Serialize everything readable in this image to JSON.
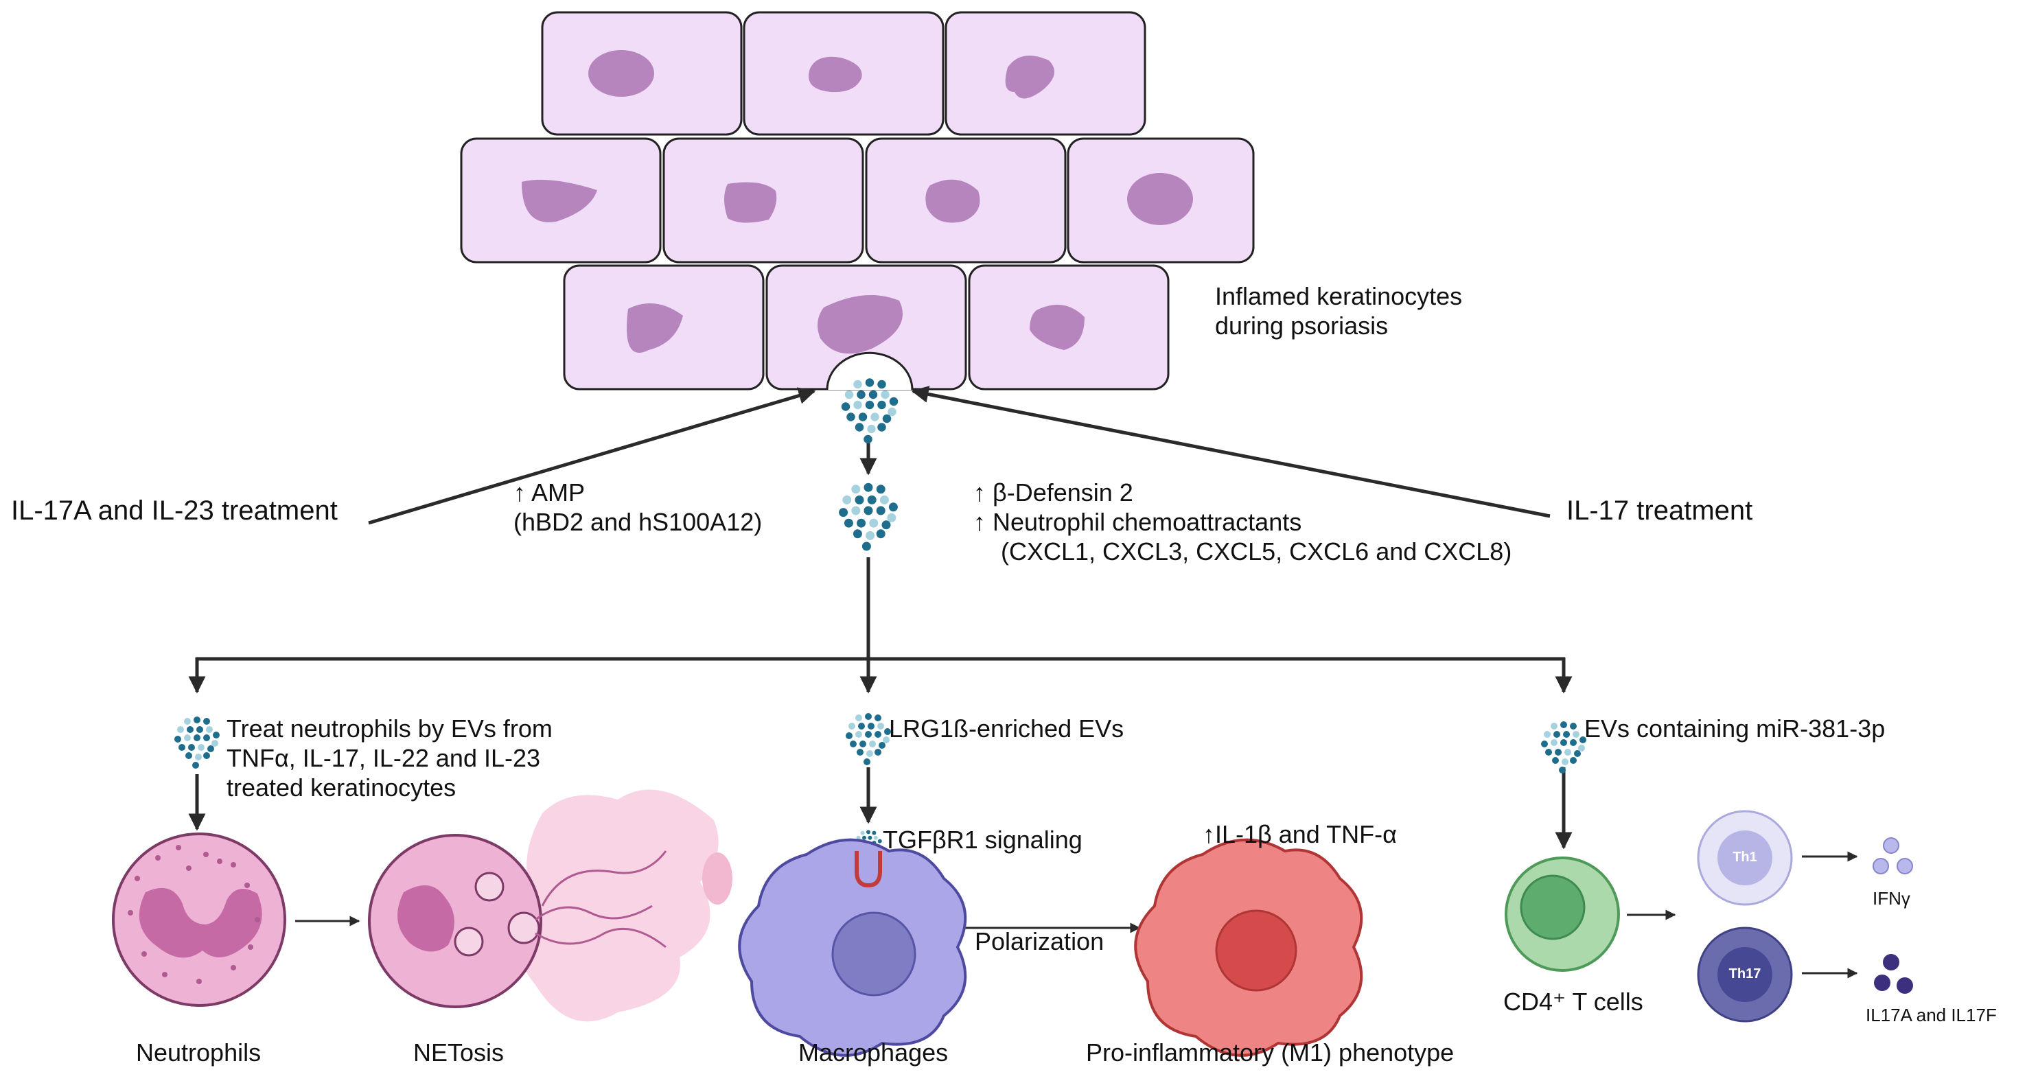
{
  "keratinocytes": {
    "label_line1": "Inflamed keratinocytes",
    "label_line2": "during psoriasis"
  },
  "left_treatment": "IL-17A and IL-23 treatment",
  "right_treatment": "IL-17 treatment",
  "amp": {
    "line1": "↑ AMP",
    "line2": "(hBD2 and hS100A12)"
  },
  "defensin": {
    "line1": "↑ β-Defensin 2",
    "line2": "↑  Neutrophil chemoattractants",
    "line3": "(CXCL1, CXCL3, CXCL5, CXCL6 and CXCL8)"
  },
  "left_branch": {
    "ev_line1": "Treat neutrophils by EVs from",
    "ev_line2": "TNFα, IL-17, IL-22 and IL-23",
    "ev_line3": "treated keratinocytes",
    "cell1_label": "Neutrophils",
    "cell2_label": "NETosis"
  },
  "middle_branch": {
    "ev_label": "LRG1ß-enriched EVs",
    "signal_label": "TGFβR1 signaling",
    "cytokines_label": "↑IL-1β  and TNF-α",
    "polarization_label": "Polarization",
    "cell1_label": "Macrophages",
    "cell2_label": "Pro-inflammatory (M1) phenotype"
  },
  "right_branch": {
    "ev_label": "EVs containing miR-381-3p",
    "cd4_label": "CD4⁺ T cells",
    "th1_label": "Th1",
    "th17_label": "Th17",
    "ifn_label": "IFNγ",
    "il17_label": "IL17A and IL17F"
  },
  "colors": {
    "keratinocyte_fill": "#f1ddf8",
    "keratinocyte_nucleus": "#b685be",
    "arrow": "#2a2a2a",
    "ev_dark": "#1f6d8c",
    "ev_light": "#a6d2e0",
    "neutrophil": "#e8a6cf",
    "macrophage": "#a9a6e6",
    "m1": "#ee8080",
    "cd4": "#a8d7a8",
    "th1": "#c8c7ee",
    "th17": "#5e5fa6"
  }
}
